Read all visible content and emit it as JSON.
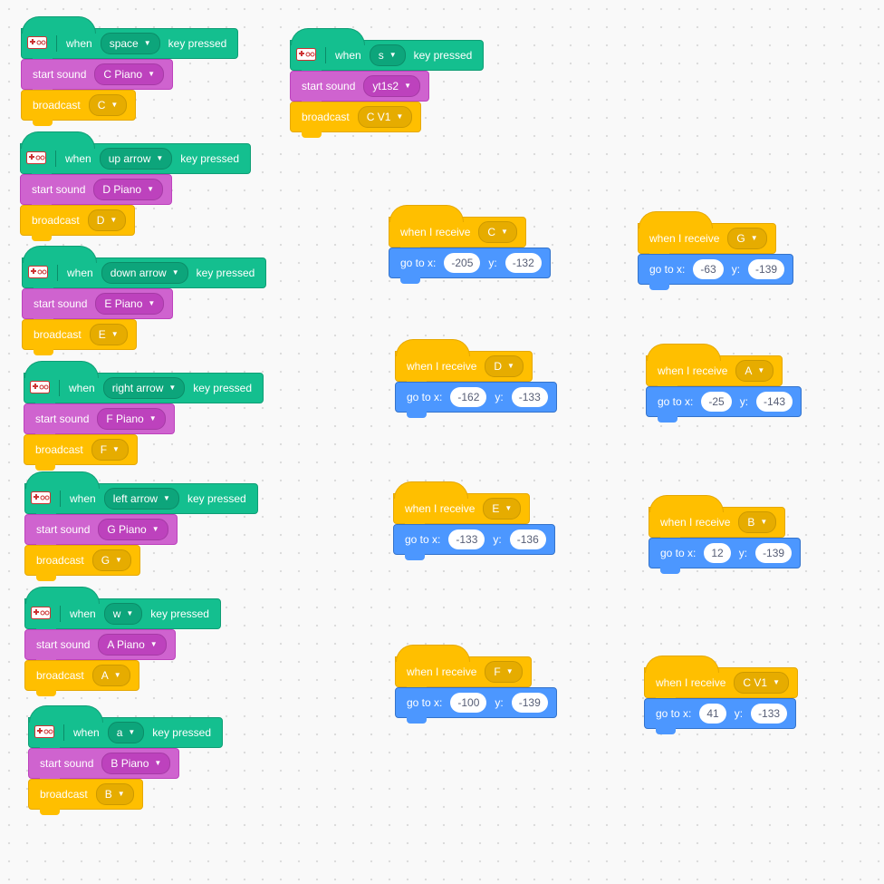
{
  "key_scripts": [
    {
      "key": "space",
      "sound": "C Piano",
      "broadcast": "C"
    },
    {
      "key": "up arrow",
      "sound": "D Piano",
      "broadcast": "D"
    },
    {
      "key": "down arrow",
      "sound": "E Piano",
      "broadcast": "E"
    },
    {
      "key": "right arrow",
      "sound": "F Piano",
      "broadcast": "F"
    },
    {
      "key": "left arrow",
      "sound": "G Piano",
      "broadcast": "G"
    },
    {
      "key": "w",
      "sound": "A Piano",
      "broadcast": "A"
    },
    {
      "key": "a",
      "sound": "B Piano",
      "broadcast": "B"
    },
    {
      "key": "s",
      "sound": "yt1s2",
      "broadcast": "C V1"
    }
  ],
  "receive_scripts": [
    {
      "message": "C",
      "x": "-205",
      "y": "-132"
    },
    {
      "message": "D",
      "x": "-162",
      "y": "-133"
    },
    {
      "message": "E",
      "x": "-133",
      "y": "-136"
    },
    {
      "message": "F",
      "x": "-100",
      "y": "-139"
    },
    {
      "message": "G",
      "x": "-63",
      "y": "-139"
    },
    {
      "message": "A",
      "x": "-25",
      "y": "-143"
    },
    {
      "message": "B",
      "x": "12",
      "y": "-139"
    },
    {
      "message": "C V1",
      "x": "41",
      "y": "-133"
    }
  ],
  "labels": {
    "when": "when",
    "key_pressed": "key pressed",
    "start_sound": "start sound",
    "broadcast": "broadcast",
    "when_i_receive": "when I receive",
    "go_to_x": "go to x:",
    "y": "y:"
  },
  "colors": {
    "events": "#14bf8f",
    "sound": "#cf63cf",
    "control_events": "#ffbf00",
    "motion": "#4c97ff"
  },
  "icons": {
    "hat_extension": "keyboard-extension-icon",
    "dropdown": "caret-down-icon"
  }
}
